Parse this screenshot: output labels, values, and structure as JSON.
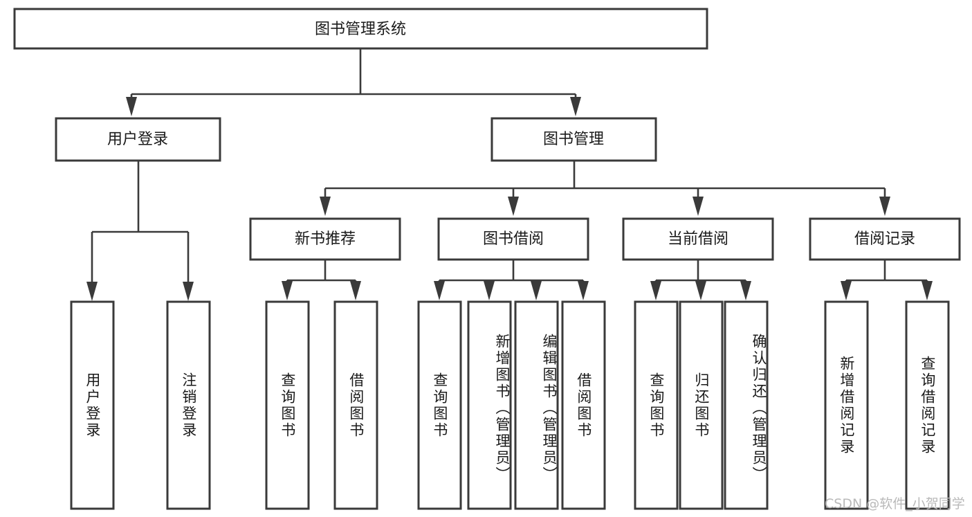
{
  "diagram": {
    "title_node": {
      "label": "图书管理系统"
    },
    "level2": [
      {
        "label": "用户登录"
      },
      {
        "label": "图书管理"
      }
    ],
    "level3": [
      {
        "label": "新书推荐"
      },
      {
        "label": "图书借阅"
      },
      {
        "label": "当前借阅"
      },
      {
        "label": "借阅记录"
      }
    ],
    "leaves": {
      "user_login": [
        {
          "label": "用户登录"
        },
        {
          "label": "注销登录"
        }
      ],
      "new_book_recommend": [
        {
          "label": "查询图书"
        },
        {
          "label": "借阅图书"
        }
      ],
      "book_borrow": [
        {
          "label": "查询图书"
        },
        {
          "label": "新增图书（管理员）"
        },
        {
          "label": "编辑图书（管理员）"
        },
        {
          "label": "借阅图书"
        }
      ],
      "current_borrow": [
        {
          "label": "查询图书"
        },
        {
          "label": "归还图书"
        },
        {
          "label": "确认归还（管理员）"
        }
      ],
      "borrow_record": [
        {
          "label": "新增借阅记录"
        },
        {
          "label": "查询借阅记录"
        }
      ]
    }
  },
  "watermark": {
    "text": "CSDN @软件_小贺同学"
  },
  "colors": {
    "box_stroke": "#3a3a3a",
    "box_fill": "#ffffff",
    "text": "#1a1a1a",
    "watermark": "#b9b9b9",
    "background": "#ffffff"
  }
}
